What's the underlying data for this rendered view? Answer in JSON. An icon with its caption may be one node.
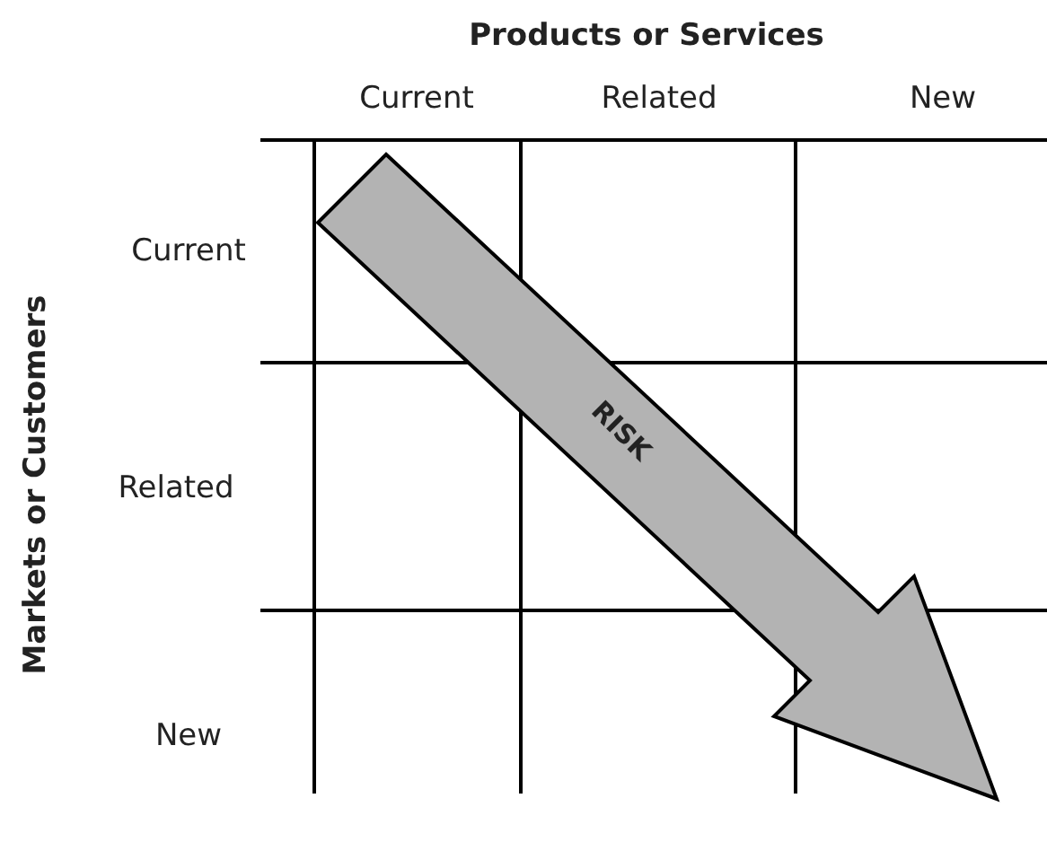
{
  "diagram": {
    "nodes": [
      {
        "text": [
          "RISK"
        ]
      }
    ],
    "labels": [
      "Products or Services",
      "Current",
      "Related",
      "New",
      "Markets or Customers",
      "Current",
      "Related",
      "New"
    ]
  }
}
